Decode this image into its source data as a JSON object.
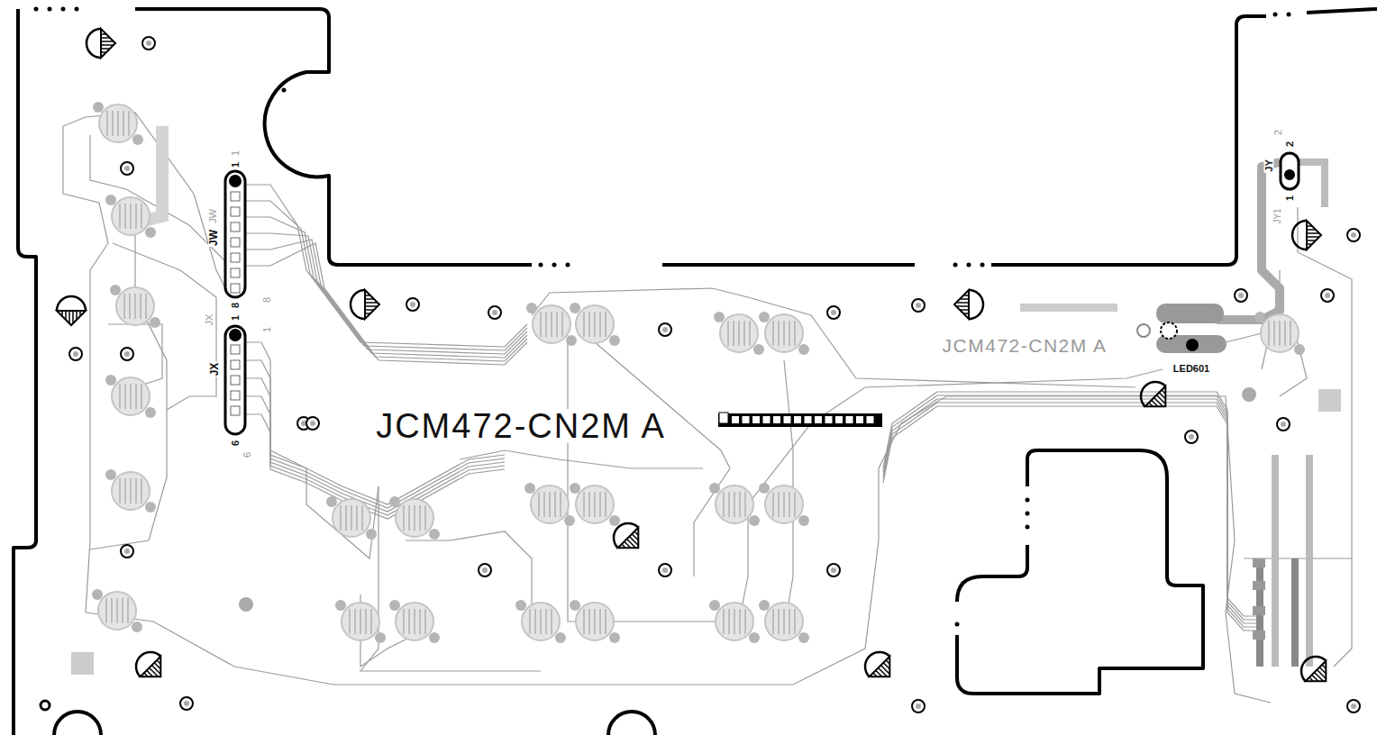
{
  "diagram": {
    "labels": [
      "JCM472-CN2M A",
      "JCM472-CN2M A",
      "LED601",
      "1",
      "JW",
      "JW",
      "1",
      "8",
      "8",
      "1",
      "1",
      "JX",
      "JX",
      "6",
      "6",
      "2",
      "2",
      "JY",
      "1",
      "JY1"
    ]
  }
}
